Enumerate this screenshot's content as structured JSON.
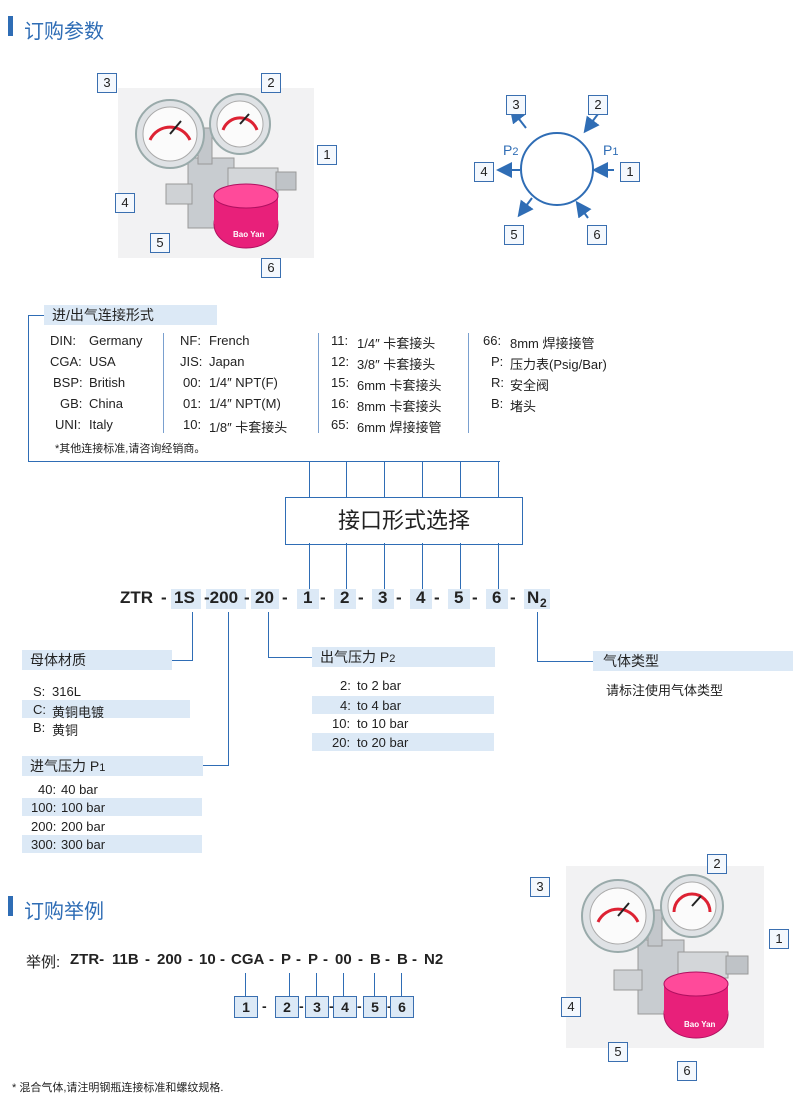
{
  "sections": {
    "ordering_params": "订购参数",
    "ordering_example": "订购举例"
  },
  "top_photo": {
    "numbers": [
      "3",
      "2",
      "1",
      "4",
      "5",
      "6"
    ],
    "knob_text": "Bao Yan"
  },
  "port_diagram": {
    "numbers": [
      "3",
      "2",
      "4",
      "1",
      "5",
      "6"
    ],
    "p2": "P",
    "p2_sub": "2",
    "p1": "P",
    "p1_sub": "1"
  },
  "connection_table": {
    "title": "进/出气连接形式",
    "col1": [
      {
        "code": "DIN:",
        "desc": "Germany"
      },
      {
        "code": "CGA:",
        "desc": "USA"
      },
      {
        "code": "BSP:",
        "desc": "British"
      },
      {
        "code": "GB:",
        "desc": "China"
      },
      {
        "code": "UNI:",
        "desc": "Italy"
      }
    ],
    "col2": [
      {
        "code": "NF:",
        "desc": "French"
      },
      {
        "code": "JIS:",
        "desc": "Japan"
      },
      {
        "code": "00:",
        "desc": "1/4″ NPT(F)"
      },
      {
        "code": "01:",
        "desc": "1/4″ NPT(M)"
      },
      {
        "code": "10:",
        "desc": "1/8″ 卡套接头"
      }
    ],
    "col3": [
      {
        "code": "11:",
        "desc": "1/4″ 卡套接头"
      },
      {
        "code": "12:",
        "desc": "3/8″ 卡套接头"
      },
      {
        "code": "15:",
        "desc": "6mm 卡套接头"
      },
      {
        "code": "16:",
        "desc": "8mm 卡套接头"
      },
      {
        "code": "65:",
        "desc": "6mm 焊接接管"
      }
    ],
    "col4": [
      {
        "code": "66:",
        "desc": "8mm 焊接接管"
      },
      {
        "code": "P:",
        "desc": "压力表(Psig/Bar)"
      },
      {
        "code": "R:",
        "desc": "安全阀"
      },
      {
        "code": "B:",
        "desc": "堵头"
      }
    ],
    "note": "*其他连接标准,请咨询经销商。"
  },
  "interface_box": "接口形式选择",
  "model_code": {
    "segments": [
      "ZTR",
      "-",
      "1S",
      "-200",
      "-",
      "20",
      "-",
      "1",
      "-",
      "2",
      "-",
      "3",
      "-",
      "4",
      "-",
      "5",
      "-",
      "6",
      "-",
      "N",
      "2"
    ]
  },
  "body_material": {
    "title": "母体材质",
    "rows": [
      {
        "code": "S:",
        "desc": "316L"
      },
      {
        "code": "C:",
        "desc": "黄铜电镀"
      },
      {
        "code": "B:",
        "desc": "黄铜"
      }
    ]
  },
  "inlet_pressure": {
    "title": "进气压力 P",
    "sub": "1",
    "rows": [
      {
        "code": "40:",
        "desc": "40 bar"
      },
      {
        "code": "100:",
        "desc": "100 bar"
      },
      {
        "code": "200:",
        "desc": "200 bar"
      },
      {
        "code": "300:",
        "desc": "300 bar"
      }
    ]
  },
  "outlet_pressure": {
    "title": "出气压力 P",
    "sub": "2",
    "rows": [
      {
        "code": "2:",
        "desc": "to 2 bar"
      },
      {
        "code": "4:",
        "desc": "to 4 bar"
      },
      {
        "code": "10:",
        "desc": "to 10 bar"
      },
      {
        "code": "20:",
        "desc": "to 20 bar"
      }
    ]
  },
  "gas_type": {
    "title": "气体类型",
    "note": "请标注使用气体类型"
  },
  "example": {
    "label": "举例:",
    "segments": [
      "ZTR-",
      "11B",
      "-",
      "200",
      "-",
      "10",
      "-",
      "CGA",
      "-",
      "P",
      "-",
      "P",
      "-",
      "00",
      "-",
      "B",
      "-",
      "B",
      "-",
      "N2"
    ],
    "boxes": [
      "1",
      "2",
      "3",
      "4",
      "5",
      "6"
    ],
    "box_dashes": [
      "-",
      "-",
      "-",
      "-",
      "-"
    ]
  },
  "bottom_photo": {
    "numbers": [
      "2",
      "3",
      "1",
      "4",
      "5",
      "6"
    ],
    "knob_text": "Bao Yan"
  },
  "footer_note": "* 混合气体,请注明钢瓶连接标准和螺纹规格."
}
